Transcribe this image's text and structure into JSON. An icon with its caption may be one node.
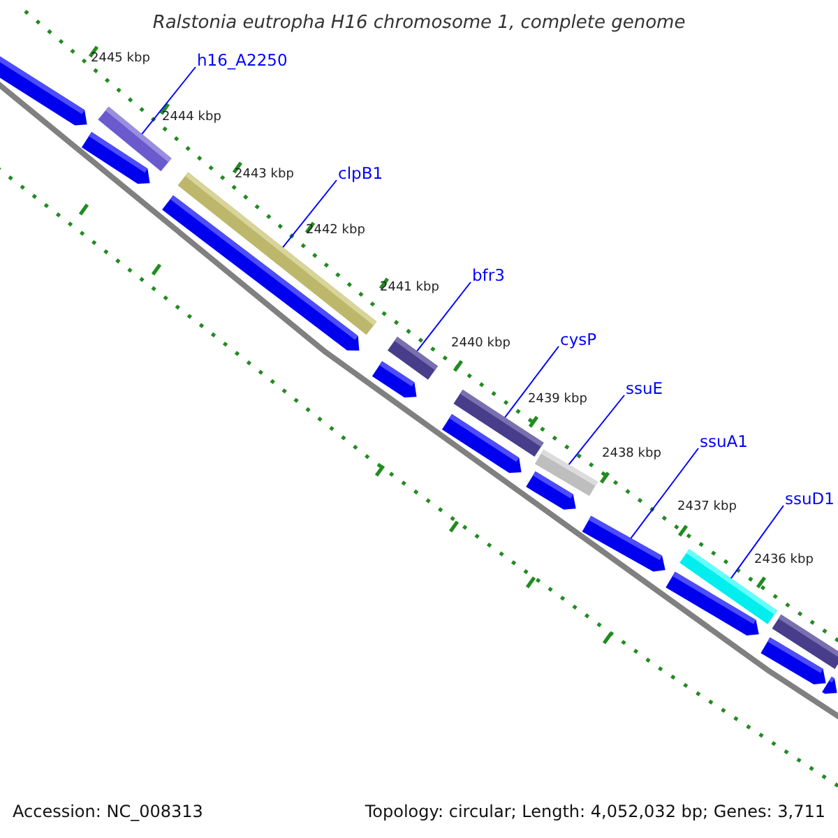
{
  "diagram": {
    "title": "Ralstonia eutropha H16 chromosome 1, complete genome",
    "nodes": [
      {
        "text": [
          "h16_A2250"
        ]
      },
      {
        "text": [],
        "shape": "bar"
      },
      {
        "text": [
          "clpB1"
        ]
      },
      {
        "text": [],
        "shape": "bar"
      },
      {
        "text": [
          "bfr3"
        ]
      },
      {
        "text": [],
        "shape": "bar"
      },
      {
        "text": [
          "cysP"
        ]
      },
      {
        "text": [],
        "shape": "bar"
      },
      {
        "text": [
          "ssuE"
        ]
      },
      {
        "text": [],
        "shape": "bar"
      },
      {
        "text": [
          "ssuA1"
        ]
      },
      {
        "text": [],
        "shape": "arrow"
      },
      {
        "text": [
          "ssuD1"
        ]
      },
      {
        "text": [],
        "shape": "bar"
      },
      {
        "text": [],
        "shape": "arrow"
      },
      {
        "text": [],
        "shape": "arrow"
      },
      {
        "text": [],
        "shape": "arrow"
      },
      {
        "text": [],
        "shape": "arrow"
      },
      {
        "text": [],
        "shape": "arrow"
      },
      {
        "text": [],
        "shape": "arrow"
      },
      {
        "text": [],
        "shape": "arrow"
      },
      {
        "text": [],
        "shape": "bar"
      },
      {
        "text": [],
        "shape": "arrow"
      },
      {
        "text": [],
        "shape": "arrow"
      }
    ],
    "edges": [
      {
        "from": 0,
        "to": 1,
        "arrow": "none"
      },
      {
        "from": 2,
        "to": 3,
        "arrow": "none"
      },
      {
        "from": 4,
        "to": 5,
        "arrow": "none"
      },
      {
        "from": 6,
        "to": 7,
        "arrow": "none"
      },
      {
        "from": 8,
        "to": 9,
        "arrow": "none"
      },
      {
        "from": 10,
        "to": 11,
        "arrow": "none"
      },
      {
        "from": 12,
        "to": 13,
        "arrow": "none"
      }
    ],
    "labels": [
      "2445 kbp",
      "2444 kbp",
      "2443 kbp",
      "2442 kbp",
      "2441 kbp",
      "2440 kbp",
      "2439 kbp",
      "2438 kbp",
      "2437 kbp",
      "2436 kbp",
      "Accession: NC_008313",
      "Topology: circular; Length: 4,052,032 bp; Genes: 3,711"
    ]
  }
}
